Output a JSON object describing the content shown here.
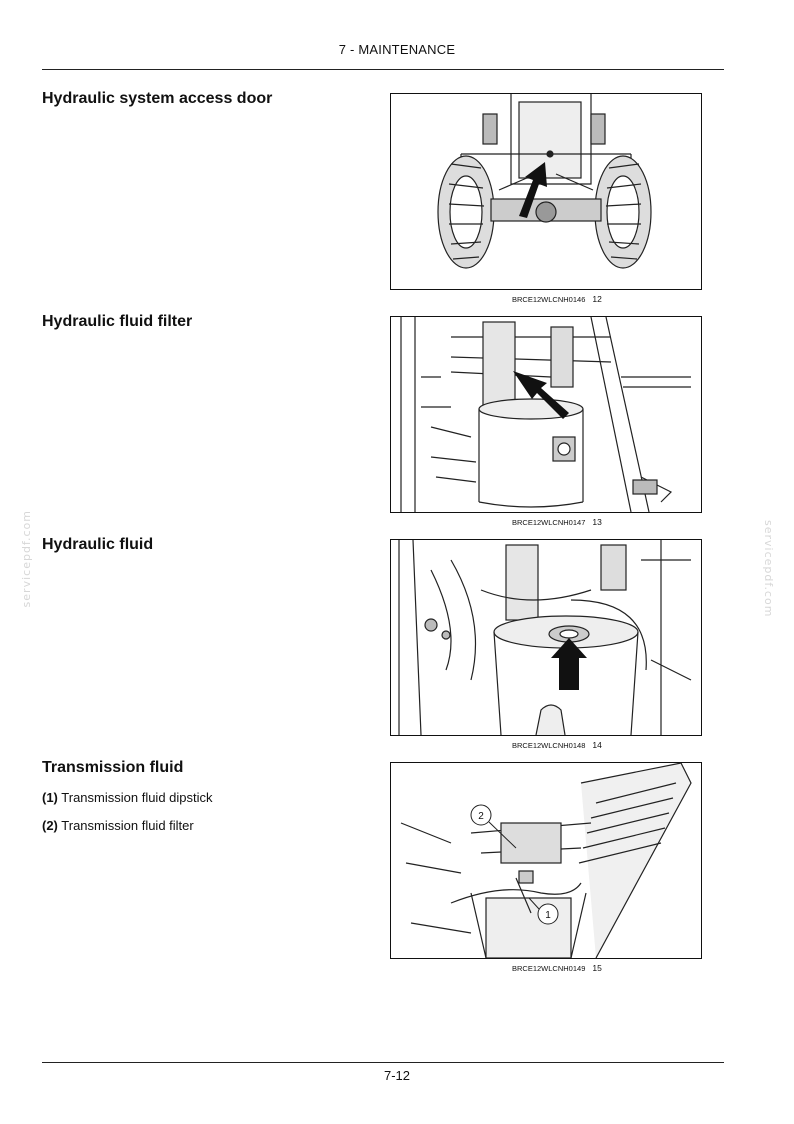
{
  "header": {
    "title": "7 - MAINTENANCE"
  },
  "sections": [
    {
      "title": "Hydraulic system access door",
      "figure_code": "BRCE12WLCNH0146",
      "figure_number": "12",
      "illustration": "loader-rear-access-door"
    },
    {
      "title": "Hydraulic fluid filter",
      "figure_code": "BRCE12WLCNH0147",
      "figure_number": "13",
      "illustration": "hydraulic-fluid-filter"
    },
    {
      "title": "Hydraulic fluid",
      "figure_code": "BRCE12WLCNH0148",
      "figure_number": "14",
      "illustration": "hydraulic-fluid-tank"
    },
    {
      "title": "Transmission fluid",
      "figure_code": "BRCE12WLCNH0149",
      "figure_number": "15",
      "illustration": "transmission-fluid",
      "legend": [
        {
          "key": "(1)",
          "text": "Transmission fluid dipstick"
        },
        {
          "key": "(2)",
          "text": "Transmission fluid filter"
        }
      ],
      "callouts": [
        "1",
        "2"
      ]
    }
  ],
  "footer": {
    "page_number": "7-12"
  },
  "watermark": "servicepdf.com"
}
